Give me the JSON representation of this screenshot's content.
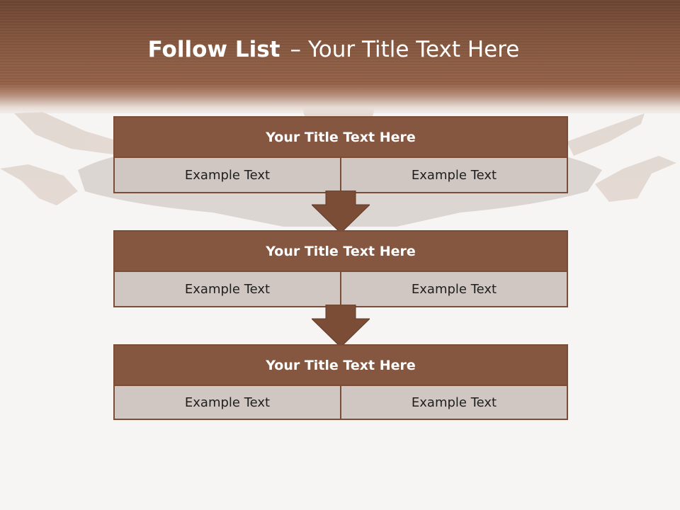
{
  "slide": {
    "title_strong": "Follow List",
    "title_sep": "–",
    "title_rest": "Your Title Text Here"
  },
  "steps": [
    {
      "title": "Your Title Text Here",
      "left": "Example Text",
      "right": "Example Text"
    },
    {
      "title": "Your Title Text Here",
      "left": "Example Text",
      "right": "Example Text"
    },
    {
      "title": "Your Title Text Here",
      "left": "Example Text",
      "right": "Example Text"
    }
  ],
  "colors": {
    "header_brown": "#8c5c43",
    "box_title": "#865740",
    "box_border": "#7b4d36",
    "cell_bg": "#d1c7c2",
    "arrow": "#7b4d36"
  }
}
